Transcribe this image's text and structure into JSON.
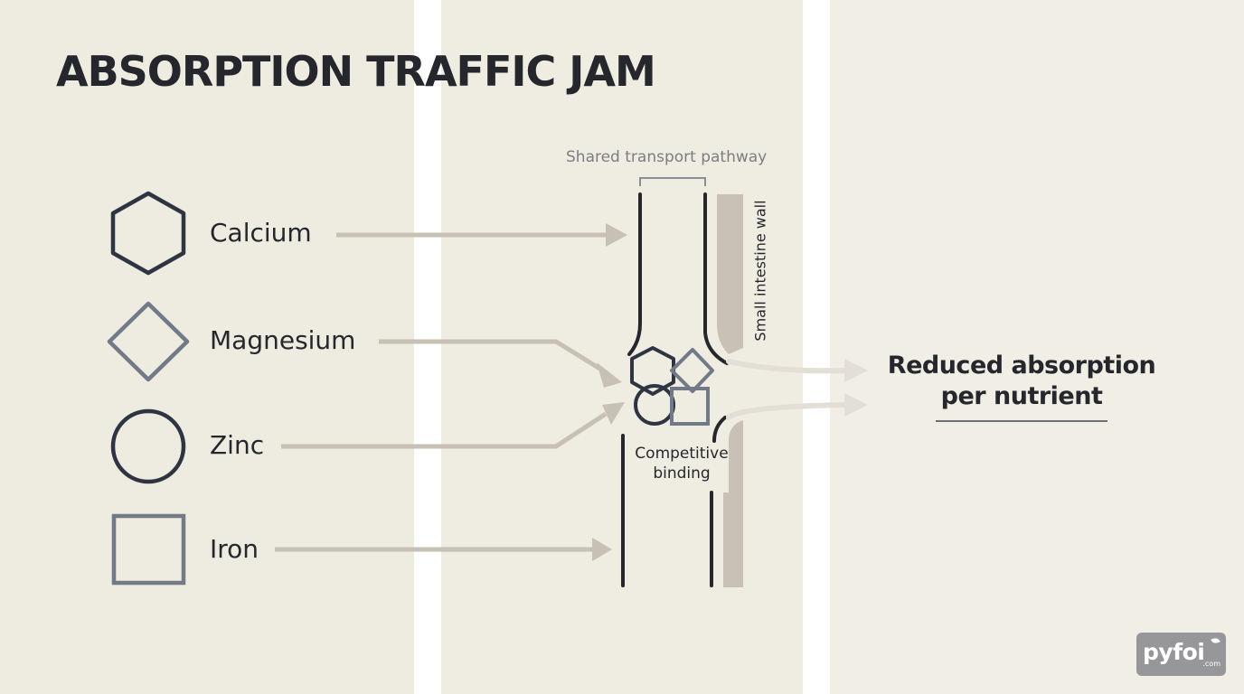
{
  "title": "ABSORPTION TRAFFIC JAM",
  "nutrients": [
    {
      "label": "Calcium",
      "shape": "hexagon",
      "color": "#2f3442"
    },
    {
      "label": "Magnesium",
      "shape": "diamond",
      "color": "#727987"
    },
    {
      "label": "Zinc",
      "shape": "circle",
      "color": "#2f3442"
    },
    {
      "label": "Iron",
      "shape": "square",
      "color": "#727987"
    }
  ],
  "pathway": {
    "label": "Shared transport pathway",
    "wall_label": "Small intestine wall",
    "binding_label": [
      "Competitive",
      "binding"
    ]
  },
  "result": {
    "lines": [
      "Reduced absorption",
      "per nutrient"
    ]
  },
  "logo": {
    "text": "pyfoi",
    "suffix": ".com"
  },
  "colors": {
    "background": "#efece2",
    "ink": "#25272c",
    "arrow": "#c7c0b4",
    "wall": "#c9c1b5",
    "divider": "#ffffff"
  }
}
